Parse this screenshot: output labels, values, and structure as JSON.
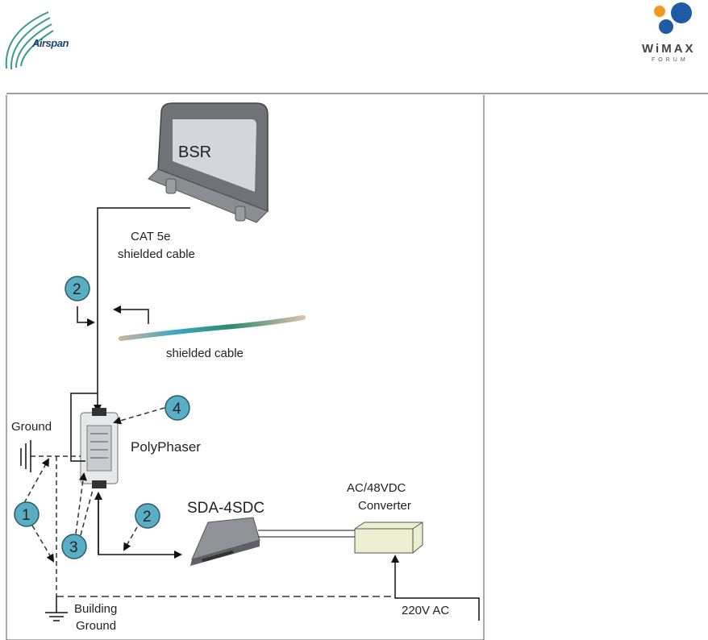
{
  "header": {
    "left_logo_text": "Airspan",
    "right_logo_text": "WiMAX",
    "right_logo_subtext": "FORUM"
  },
  "diagram": {
    "device_bsr": "BSR",
    "cable_label_line1": "CAT 5e",
    "cable_label_line2": "shielded cable",
    "shielded_cable_label": "shielded cable",
    "ground_label": "Ground",
    "polyphaser_label": "PolyPhaser",
    "sda_label": "SDA-4SDC",
    "converter_label_line1": "AC/48VDC",
    "converter_label_line2": "Converter",
    "building_ground_line1": "Building",
    "building_ground_line2": "Ground",
    "ac_label": "220V AC",
    "callout_1": "1",
    "callout_2a": "2",
    "callout_2b": "2",
    "callout_3": "3",
    "callout_4": "4"
  },
  "colors": {
    "callout_fill": "#5aaec4",
    "bsr_frame": "#6f7276",
    "bsr_screen": "#d3d6da",
    "converter_fill": "#ecefcf",
    "sda_fill": "#7f8387"
  }
}
